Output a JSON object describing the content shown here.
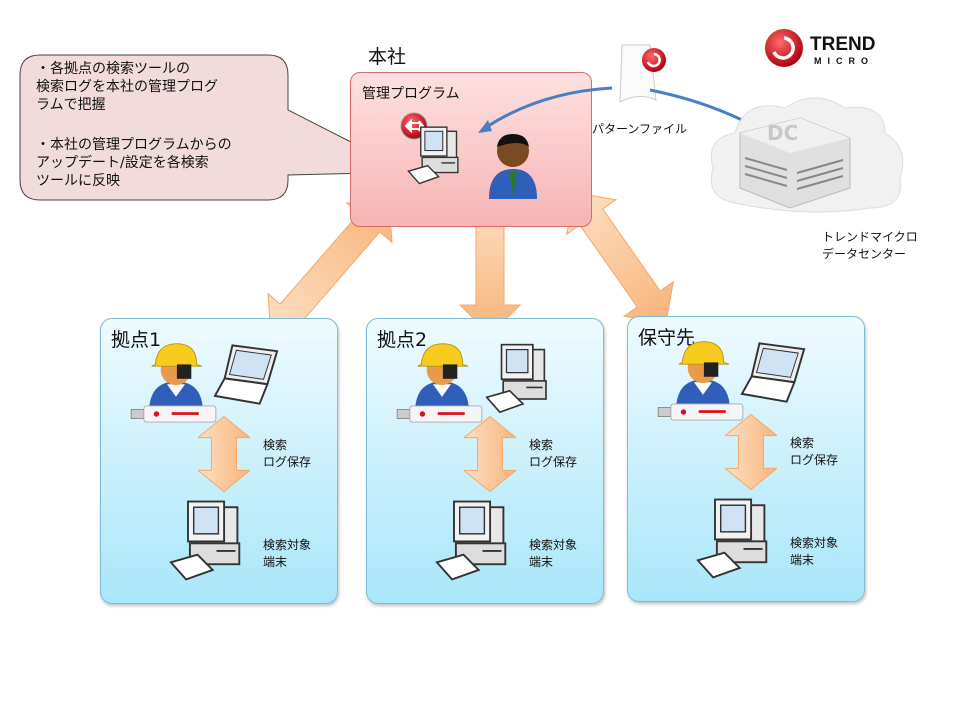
{
  "callout": {
    "bullet1": "・各拠点の検索ツールの\n  検索ログを本社の管理プログ\n  ラムで把握",
    "bullet2": "・本社の管理プログラムからの\n  アップデート/設定を各検索\n  ツールに反映"
  },
  "headquarters": {
    "title": "本社",
    "program_label": "管理プログラム"
  },
  "pattern_file": {
    "label": "パターンファイル"
  },
  "datacenter": {
    "label": "トレンドマイクロ\nデータセンター",
    "badge": "DC"
  },
  "logo": {
    "line1": "TREND",
    "line2": "MICRO"
  },
  "sites": [
    {
      "title": "拠点1",
      "arrow_label": "検索\nログ保存",
      "terminal_label": "検索対象\n端末",
      "device": "laptop"
    },
    {
      "title": "拠点2",
      "arrow_label": "検索\nログ保存",
      "terminal_label": "検索対象\n端末",
      "device": "desktop"
    },
    {
      "title": "保守先",
      "arrow_label": "検索\nログ保存",
      "terminal_label": "検索対象\n端末",
      "device": "laptop"
    }
  ],
  "colors": {
    "hq": "#f7b4b4",
    "site": "#a9e6fa",
    "arrow": "#fbc89a",
    "link": "#4a7fc0",
    "brand": "#d7101a"
  }
}
